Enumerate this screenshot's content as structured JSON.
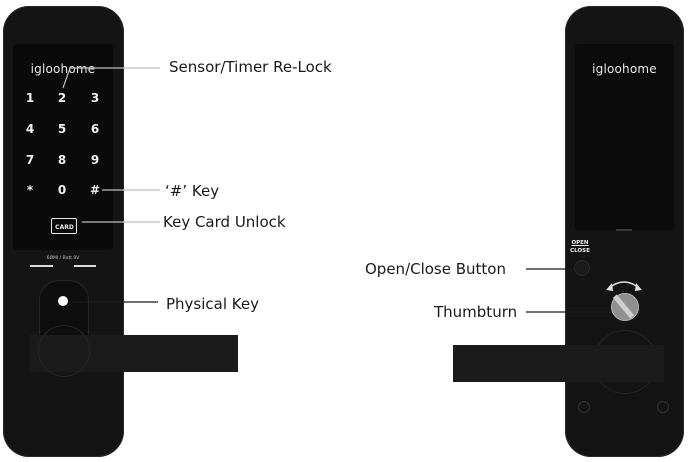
{
  "left_lock": {
    "brand": "igloohome",
    "keypad": [
      [
        "1",
        "2",
        "3"
      ],
      [
        "4",
        "5",
        "6"
      ],
      [
        "7",
        "8",
        "9"
      ],
      [
        "*",
        "0",
        "#"
      ]
    ],
    "card_label": "CARD",
    "battery_label": "6ØMI / Batt.9V"
  },
  "right_lock": {
    "brand": "igloohome",
    "open_close_label_top": "OPEN",
    "open_close_label_bottom": "CLOSE"
  },
  "callouts": {
    "sensor": "Sensor/Timer Re-Lock",
    "hash_key": "‘#’ Key",
    "key_card": "Key Card Unlock",
    "physical_key": "Physical Key",
    "open_close": "Open/Close Button",
    "thumbturn": "Thumbturn"
  }
}
